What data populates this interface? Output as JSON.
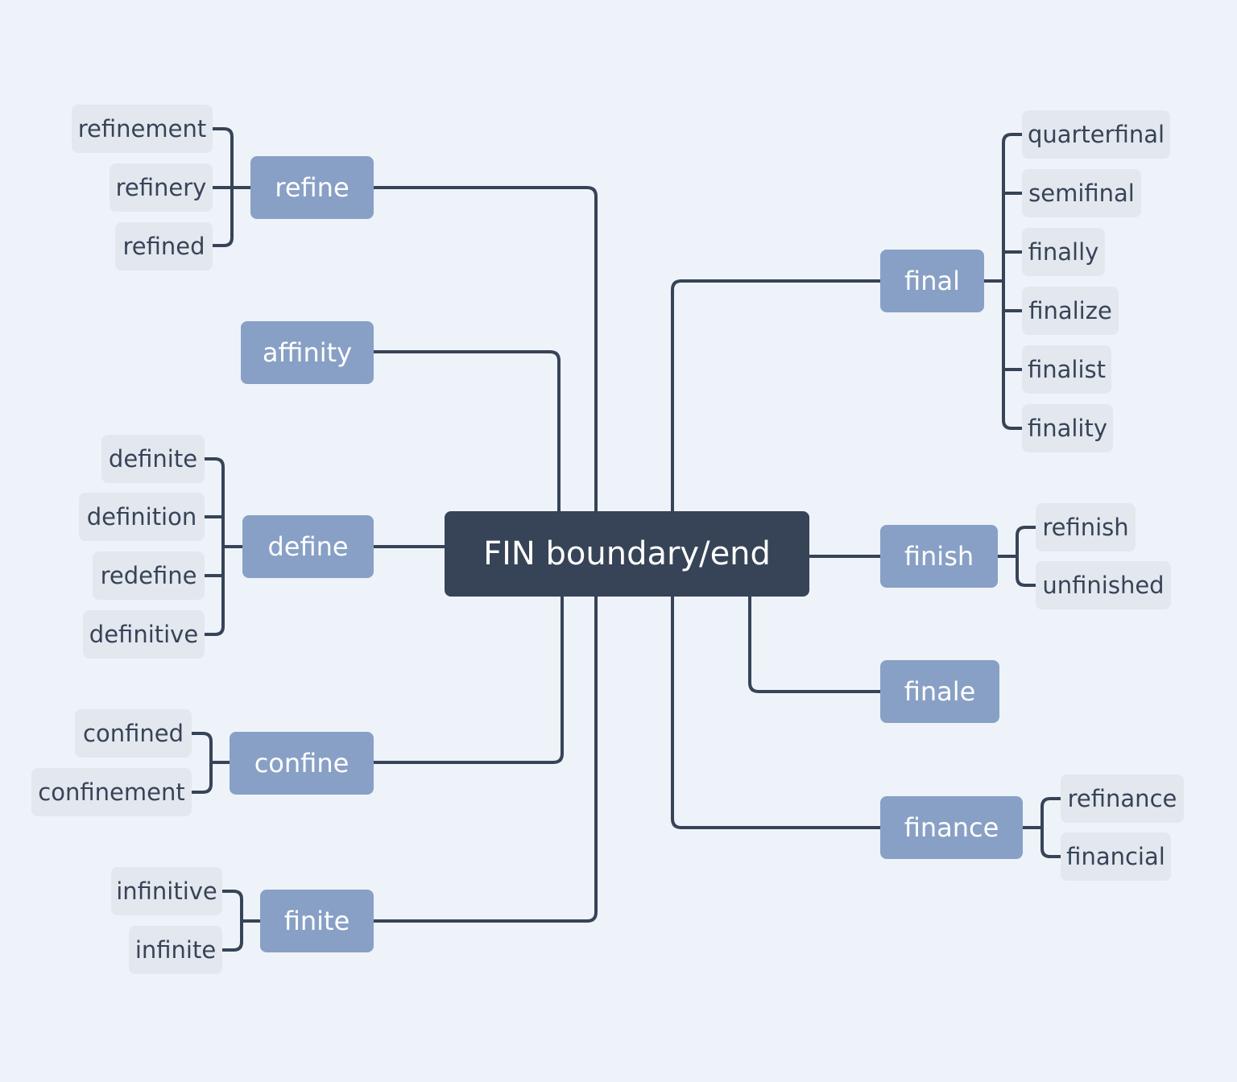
{
  "central": "FIN boundary/end",
  "branches": [
    {
      "label": "refine",
      "children": [
        "refinement",
        "refinery",
        "refined"
      ]
    },
    {
      "label": "affinity",
      "children": []
    },
    {
      "label": "define",
      "children": [
        "definite",
        "definition",
        "redefine",
        "definitive"
      ]
    },
    {
      "label": "confine",
      "children": [
        "confined",
        "confinement"
      ]
    },
    {
      "label": "finite",
      "children": [
        "infinitive",
        "infinite"
      ]
    },
    {
      "label": "final",
      "children": [
        "quarterfinal",
        "semifinal",
        "finally",
        "finalize",
        "finalist",
        "finality"
      ]
    },
    {
      "label": "finish",
      "children": [
        "refinish",
        "unfinished"
      ]
    },
    {
      "label": "finale",
      "children": []
    },
    {
      "label": "finance",
      "children": [
        "refinance",
        "financial"
      ]
    }
  ],
  "colors": {
    "background": "#eef3fa",
    "central_fill": "#374357",
    "branch_fill": "#88a0c5",
    "leaf_fill": "#e3e8ef",
    "connector": "#374357"
  }
}
